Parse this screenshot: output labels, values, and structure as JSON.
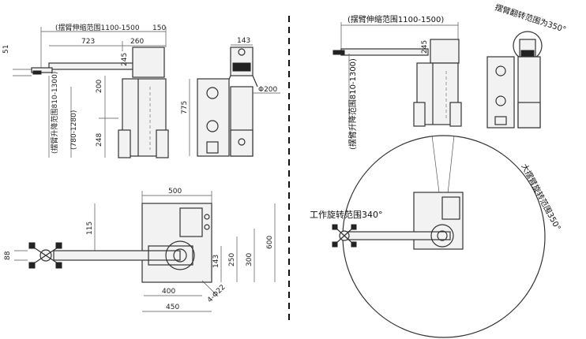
{
  "labels": {
    "arm_telescopic_range_top": "(摆臂伸缩范围1100-1500",
    "d_150": "150",
    "d_51": "51",
    "d_723": "723",
    "d_260": "260",
    "d_245": "245",
    "d_200": "200",
    "d_248": "248",
    "d_lift_range": "(摆臂升降范围810-1300)",
    "d_780_1280": "(780-1280)",
    "d_143_top": "143",
    "d_775": "775",
    "d_phi200": "Φ200",
    "d_500": "500",
    "d_115": "115",
    "d_88": "88",
    "d_143_mid": "143",
    "d_250": "250",
    "d_300": "300",
    "d_600": "600",
    "d_400": "400",
    "d_450": "450",
    "d_4phi22": "4-Φ22",
    "r_arm_telescopic": "(摆臂伸缩范围1100-1500)",
    "r_245": "245",
    "r_arm_flip": "摆臂翻转范围为350°",
    "r_lift_range": "(摆臂升降范围810-1300)",
    "r_big_arm_rotation": "大摆臂旋转范围350°",
    "r_work_rotation": "工作旋转范围340°"
  }
}
